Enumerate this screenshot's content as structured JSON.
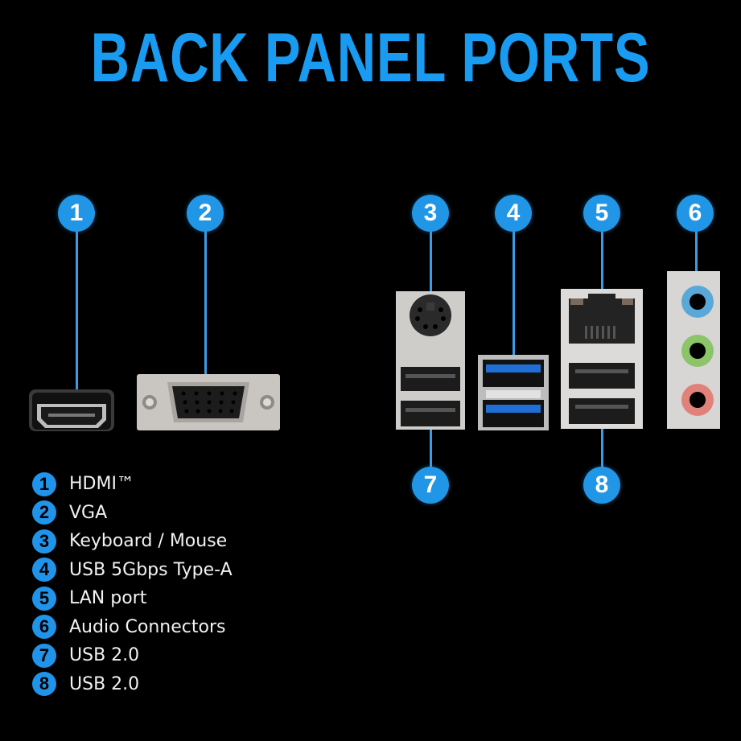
{
  "title": "BACK PANEL PORTS",
  "accent_color": "#1a9bf2",
  "callouts": [
    {
      "number": "1",
      "port": "hdmi-port"
    },
    {
      "number": "2",
      "port": "vga-port"
    },
    {
      "number": "3",
      "port": "ps2-port"
    },
    {
      "number": "4",
      "port": "usb-5gbps-ports"
    },
    {
      "number": "5",
      "port": "lan-port"
    },
    {
      "number": "6",
      "port": "audio-connectors"
    },
    {
      "number": "7",
      "port": "usb-2-ports-left"
    },
    {
      "number": "8",
      "port": "usb-2-ports-right"
    }
  ],
  "legend": [
    {
      "number": "1",
      "label": "HDMI™"
    },
    {
      "number": "2",
      "label": "VGA"
    },
    {
      "number": "3",
      "label": "Keyboard / Mouse"
    },
    {
      "number": "4",
      "label": "USB 5Gbps Type-A"
    },
    {
      "number": "5",
      "label": "LAN port"
    },
    {
      "number": "6",
      "label": "Audio Connectors"
    },
    {
      "number": "7",
      "label": "USB 2.0"
    },
    {
      "number": "8",
      "label": "USB 2.0"
    }
  ],
  "audio_jack_colors": [
    "#5aa8d8",
    "#8cc46a",
    "#e0827a"
  ]
}
